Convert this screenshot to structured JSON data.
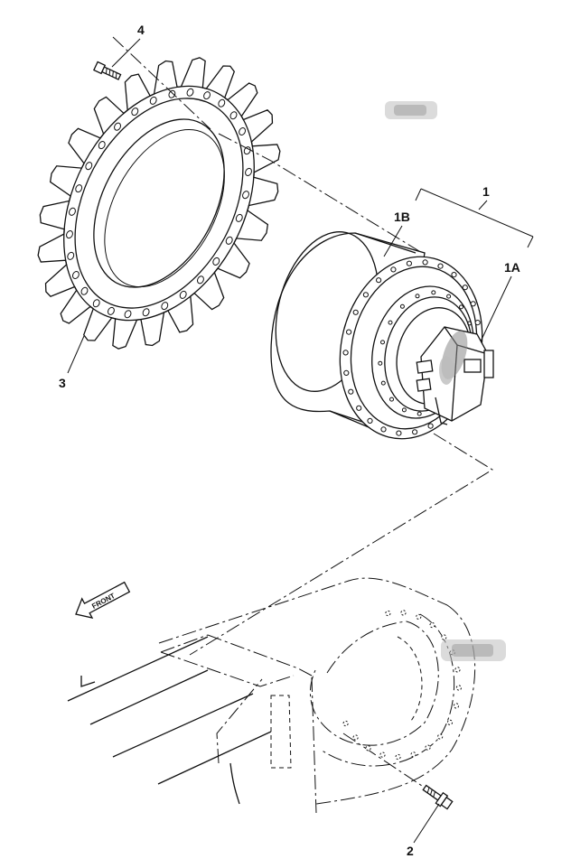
{
  "callouts": {
    "c1": "1",
    "c1a": "1A",
    "c1b": "1B",
    "c2": "2",
    "c3": "3",
    "c4": "4"
  },
  "front_label": "FRONT",
  "colors": {
    "line": "#111111",
    "background": "#ffffff",
    "blur": "#bdbdbd",
    "blur_dark": "#8a8a8a"
  },
  "icons": [
    "bolt-icon",
    "arrow-left-icon"
  ]
}
